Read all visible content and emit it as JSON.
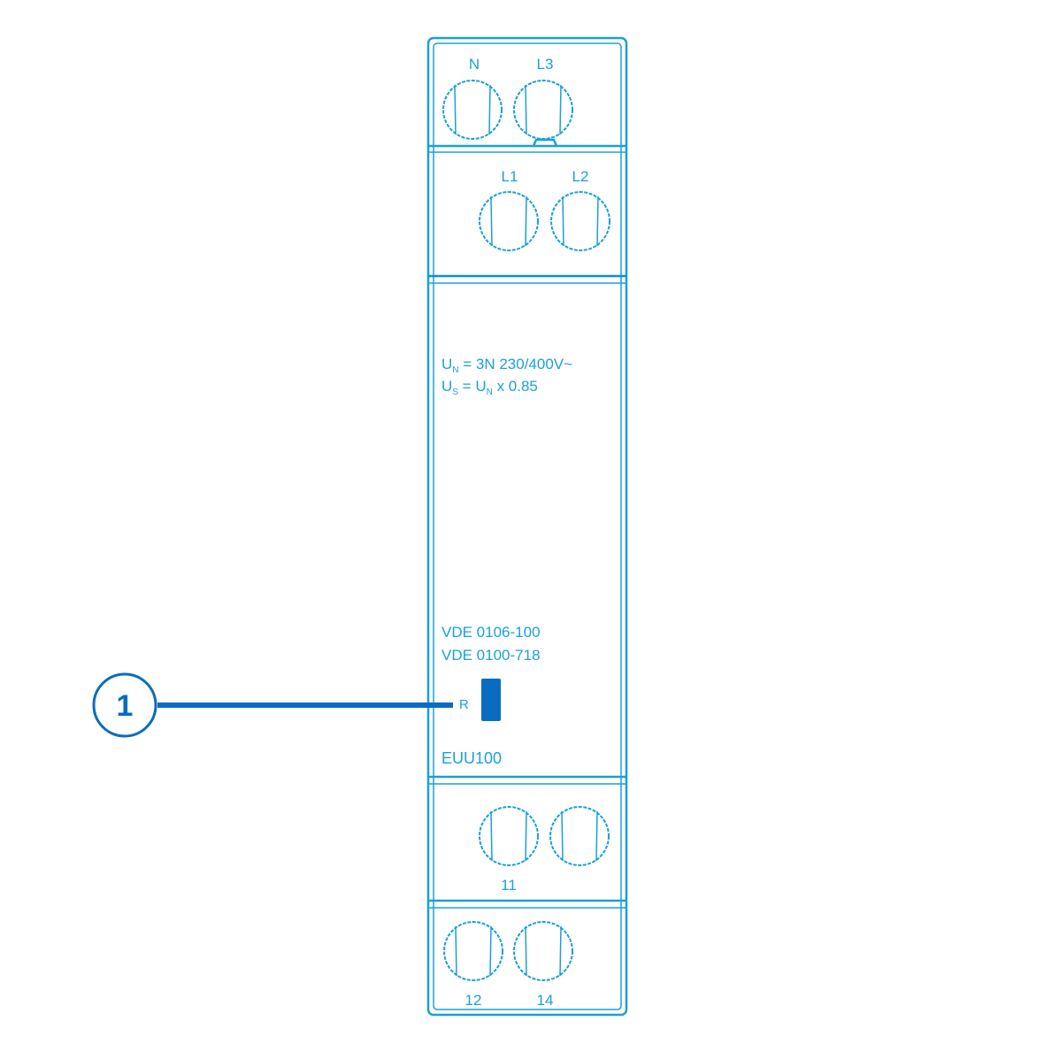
{
  "device": {
    "model": "EUU100",
    "color": "#1aa0d8",
    "accent": "#0a6cc0",
    "top_terminals": {
      "row1": [
        "N",
        "L3"
      ],
      "row2": [
        "L1",
        "L2"
      ]
    },
    "spec": {
      "line1": {
        "sym": "U",
        "sub": "N",
        "rest": " = 3N 230/400V~"
      },
      "line2": {
        "sym": "U",
        "sub": "S",
        "mid": " = U",
        "sub2": "N",
        "rest": " x 0.85"
      }
    },
    "standards": [
      "VDE 0106-100",
      "VDE 0100-718"
    ],
    "reset_label": "R",
    "bottom_terminals": {
      "row1_label": "11",
      "row2": [
        "12",
        "14"
      ]
    }
  },
  "callout": {
    "number": "1"
  }
}
